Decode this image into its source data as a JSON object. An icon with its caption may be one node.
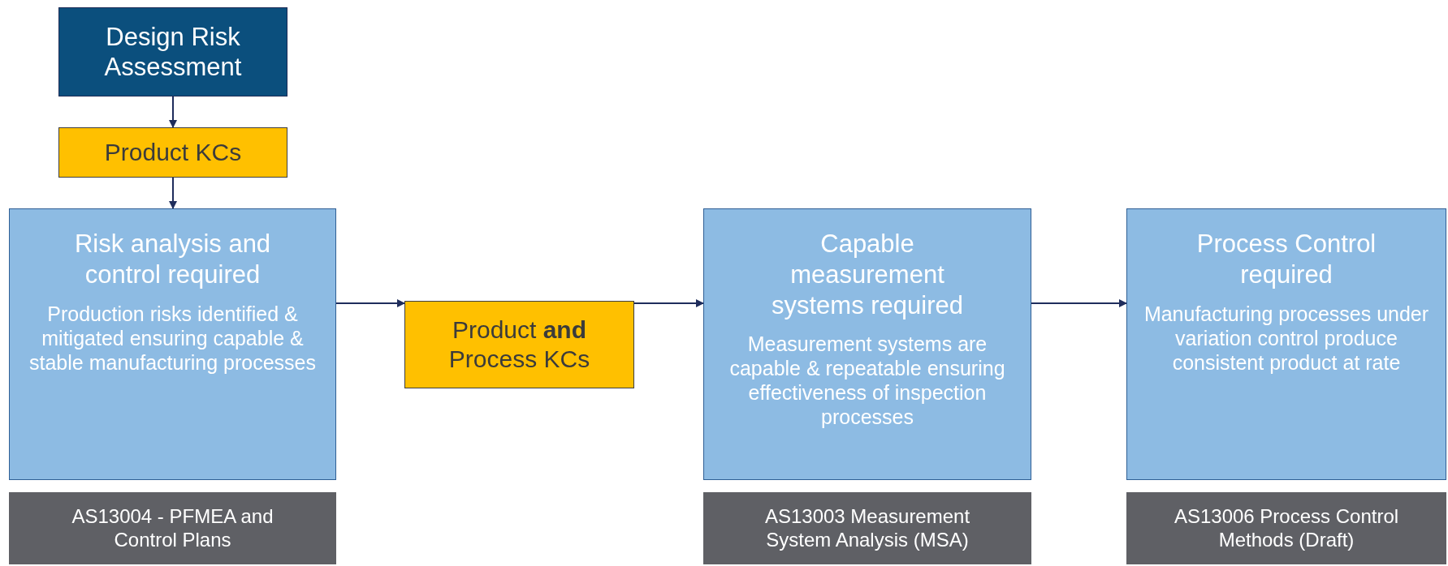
{
  "diagram": {
    "nodes": [
      {
        "text": [
          "Design Risk Assessment"
        ]
      },
      {
        "text": [
          "Product KCs"
        ]
      },
      {
        "text": [
          "Risk analysis and control required",
          "Production risks identified & mitigated ensuring capable & stable manufacturing processes"
        ]
      },
      {
        "text": [
          "AS13004 - PFMEA and Control Plans"
        ]
      },
      {
        "text": [
          "Product **and** Process KCs"
        ]
      },
      {
        "text": [
          "Capable measurement systems required",
          "Measurement systems are capable & repeatable ensuring effectiveness of inspection processes"
        ]
      },
      {
        "text": [
          "AS13003 Measurement System Analysis (MSA)"
        ]
      },
      {
        "text": [
          "Process Control required",
          "Manufacturing processes under variation control produce consistent product at rate"
        ]
      },
      {
        "text": [
          "AS13006 Process Control Methods (Draft)"
        ]
      }
    ],
    "edges": [
      {
        "from": 0,
        "to": 1,
        "arrow": "to"
      },
      {
        "from": 1,
        "to": 2,
        "arrow": "to"
      },
      {
        "from": 2,
        "to": 4,
        "arrow": "to"
      },
      {
        "from": 4,
        "to": 5,
        "arrow": "to"
      },
      {
        "from": 5,
        "to": 7,
        "arrow": "to"
      }
    ]
  }
}
